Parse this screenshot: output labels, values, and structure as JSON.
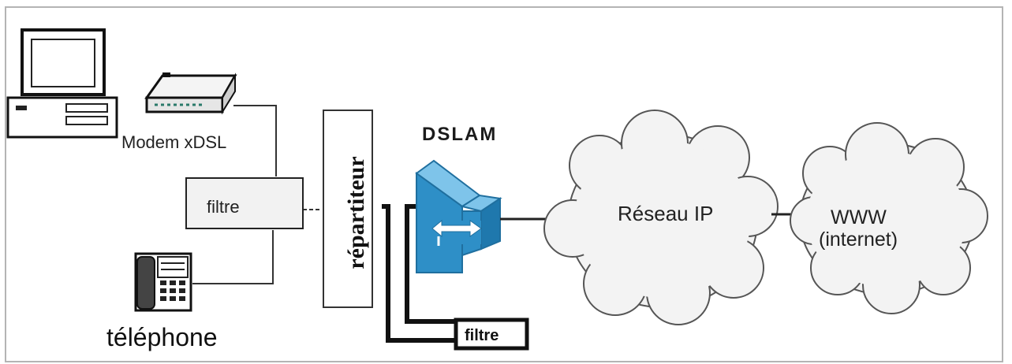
{
  "labels": {
    "modem": "Modem xDSL",
    "dslam": "DSLAM",
    "telephone": "téléphone",
    "filter_home": "filtre",
    "filter_dslam": "filtre",
    "repartiteur": "répartiteur",
    "reseau_ip": "Réseau IP",
    "www": "WWW",
    "internet": "(internet)"
  },
  "colors": {
    "frame_border": "#b4b4b4",
    "line": "#333333",
    "thick_line": "#111111",
    "dslam_blue": "#2e8fc7",
    "dslam_light": "#7ec4ea",
    "filter_fill": "#f2f2f2",
    "cloud_fill": "#f3f3f3",
    "cloud_stroke": "#555555"
  },
  "icons": {
    "computer": "desktop-computer-icon",
    "modem": "modem-icon",
    "telephone": "telephone-icon",
    "dslam": "dslam-switch-icon"
  }
}
